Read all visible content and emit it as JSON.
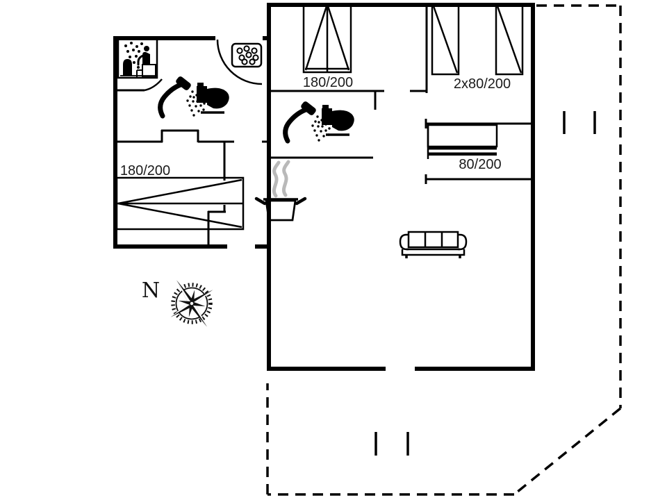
{
  "document": {
    "type": "summerhouse-floor-plan",
    "background": "#ffffff"
  },
  "colors": {
    "line": "#000000",
    "steam_gray": "#b9b9b9",
    "text": "#1b1b1b"
  },
  "labels": {
    "top_bedroom_bed_size": "180/200",
    "right_bedroom_beds_size": "2x80/200",
    "alcove_bed_size": "80/200",
    "left_bedroom_bed_size": "180/200",
    "compass_north": "N"
  },
  "symbols": [
    "sauna-icon",
    "sauna-stones-icon",
    "shower-icon",
    "toilet-icon",
    "cooking-pot-icon",
    "sofa-icon",
    "compass-rose-icon",
    "door-swing-arc",
    "door-leaf",
    "terrace-dashed-outline",
    "post-marks",
    "double-bed-symbol",
    "single-bed-symbol",
    "bunk-bed-symbol"
  ]
}
